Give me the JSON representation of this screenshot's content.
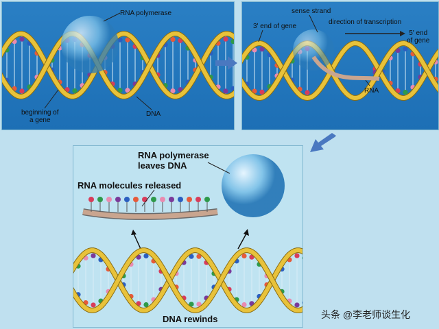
{
  "panel1": {
    "labels": {
      "rna_polymerase": "RNA polymerase",
      "beginning_line1": "beginning of",
      "beginning_line2": "a gene",
      "dna": "DNA"
    }
  },
  "panel2": {
    "labels": {
      "sense_strand": "sense strand",
      "three_end": "3' end of gene",
      "direction": "direction of transcription",
      "five_end_line1": "5' end",
      "five_end_line2": "of gene",
      "rna": "RNA"
    }
  },
  "panel3": {
    "labels": {
      "leaves_line1": "RNA polymerase",
      "leaves_line2": "leaves DNA",
      "released": "RNA molecules released",
      "rewinds": "DNA rewinds"
    }
  },
  "watermark": "头条 @李老师谈生化",
  "colors": {
    "panel_blue": "#1d6fb5",
    "backbone_gold": "#e8c23a",
    "polymerase_blue": "#7fc2e8",
    "rna_strand": "#c9a58f",
    "flow_arrow": "#4a78c0",
    "base_colors": [
      "#d83c5a",
      "#2e9a4a",
      "#e98bb0",
      "#7a3a9a",
      "#2b5fc0",
      "#e65a3a"
    ]
  }
}
